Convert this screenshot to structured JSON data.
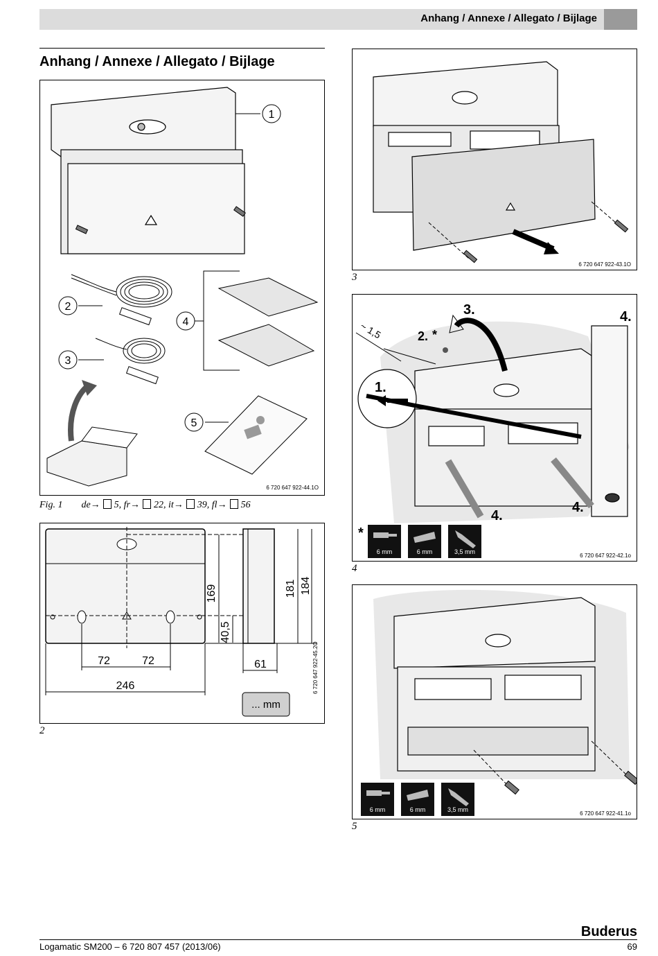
{
  "header": {
    "section_title": "Anhang / Annexe / Allegato / Bijlage"
  },
  "page_title": "Anhang / Annexe / Allegato / Bijlage",
  "fig1": {
    "callouts": [
      "1",
      "2",
      "3",
      "4",
      "5"
    ],
    "code": "6 720 647 922-44.1O",
    "caption_label": "Fig. 1",
    "refs": [
      {
        "lang": "de",
        "page": "5"
      },
      {
        "lang": "fr",
        "page": "22"
      },
      {
        "lang": "it",
        "page": "39"
      },
      {
        "lang": "fl",
        "page": "56"
      }
    ]
  },
  "fig2": {
    "number": "2",
    "dims": {
      "d169": "169",
      "d40_5": "40,5",
      "d181": "181",
      "d184": "184",
      "d72a": "72",
      "d72b": "72",
      "d61": "61",
      "d246": "246"
    },
    "unit_badge": "... mm",
    "code": "6 720 647 922-45.2O"
  },
  "fig3": {
    "number": "3",
    "code": "6 720 647 922-43.1O"
  },
  "fig4": {
    "number": "4",
    "code": "6 720 647 922-42.1o",
    "steps": {
      "s1": "1.",
      "s2": "2.",
      "s2_star": "*",
      "s3": "3.",
      "s4a": "4.",
      "s4b": "4.",
      "s4c": "4."
    },
    "gap_label": "~ 1,5",
    "star": "*",
    "tools": [
      "6 mm",
      "6 mm",
      "3,5 mm"
    ]
  },
  "fig5": {
    "number": "5",
    "code": "6 720 647 922-41.1o",
    "tools": [
      "6 mm",
      "6 mm",
      "3,5 mm"
    ]
  },
  "footer": {
    "left": "Logamatic SM200 – 6 720 807 457 (2013/06)",
    "page": "69",
    "brand": "Buderus"
  }
}
